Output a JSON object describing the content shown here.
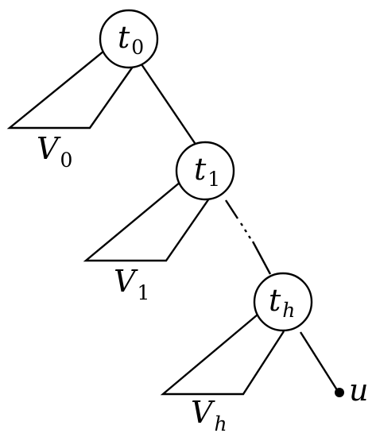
{
  "diagram": {
    "nodes": [
      {
        "id": "t0",
        "label": "t",
        "subscript": "0",
        "subtree_label": "V",
        "subtree_subscript": "0"
      },
      {
        "id": "t1",
        "label": "t",
        "subscript": "1",
        "subtree_label": "V",
        "subtree_subscript": "1"
      },
      {
        "id": "th",
        "label": "t",
        "subscript": "h",
        "subtree_label": "V",
        "subtree_subscript": "h"
      }
    ],
    "leaf": {
      "id": "u",
      "label": "u"
    },
    "edges": [
      {
        "from": "t0",
        "to": "t1",
        "style": "solid"
      },
      {
        "from": "t1",
        "to": "th",
        "style": "dotted"
      },
      {
        "from": "th",
        "to": "u",
        "style": "solid"
      }
    ]
  }
}
